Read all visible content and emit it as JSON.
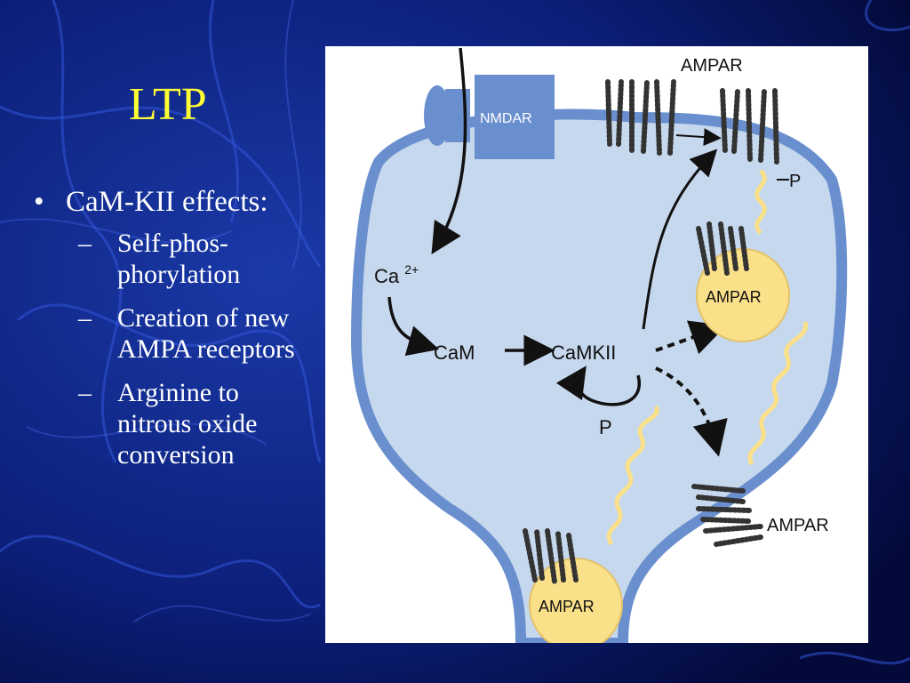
{
  "slide": {
    "title": "LTP",
    "bullet": "CaM-KII effects:",
    "subbullets": [
      "Self-phos-phorylation",
      "Creation of new AMPA receptors",
      "Arginine to nitrous oxide conversion"
    ]
  },
  "diagram": {
    "nmdar": "NMDAR",
    "ampar_top": "AMPAR",
    "phospho": "P",
    "ca": "Ca",
    "ca_sup": "2+",
    "cam": "CaM",
    "camkii": "CaMKII",
    "self_p": "P",
    "ampar_vesicle_upper": "AMPAR",
    "ampar_vesicle_lower": "AMPAR",
    "ampar_right": "AMPAR"
  },
  "colors": {
    "title": "#ffff33",
    "cell_fill": "#c6d8ee",
    "membrane": "#6a8fce",
    "vesicle": "#fbe08a",
    "background": "#0a1a6b"
  }
}
